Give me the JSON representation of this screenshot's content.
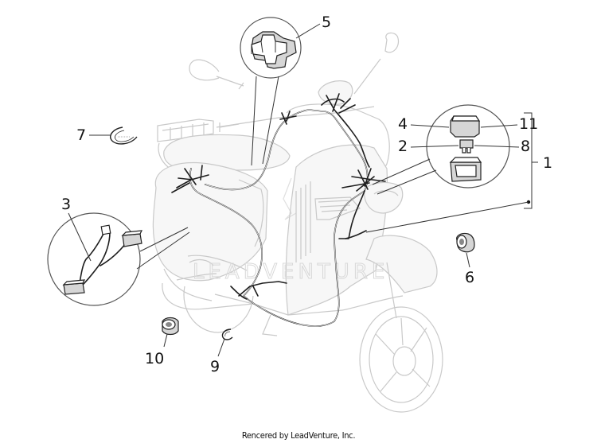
{
  "callouts": [
    {
      "id": "1",
      "label": "1"
    },
    {
      "id": "2",
      "label": "2"
    },
    {
      "id": "3",
      "label": "3"
    },
    {
      "id": "4",
      "label": "4"
    },
    {
      "id": "5",
      "label": "5"
    },
    {
      "id": "6",
      "label": "6"
    },
    {
      "id": "7",
      "label": "7"
    },
    {
      "id": "8",
      "label": "8"
    },
    {
      "id": "9",
      "label": "9"
    },
    {
      "id": "10",
      "label": "10"
    },
    {
      "id": "11",
      "label": "11"
    }
  ],
  "watermark": "LEADVENTURE",
  "footer": "Rencered by LeadVenture, Inc.",
  "colors": {
    "wire": "#1e1e1e",
    "ghost": "#c9c9c9",
    "background": "#ffffff"
  }
}
